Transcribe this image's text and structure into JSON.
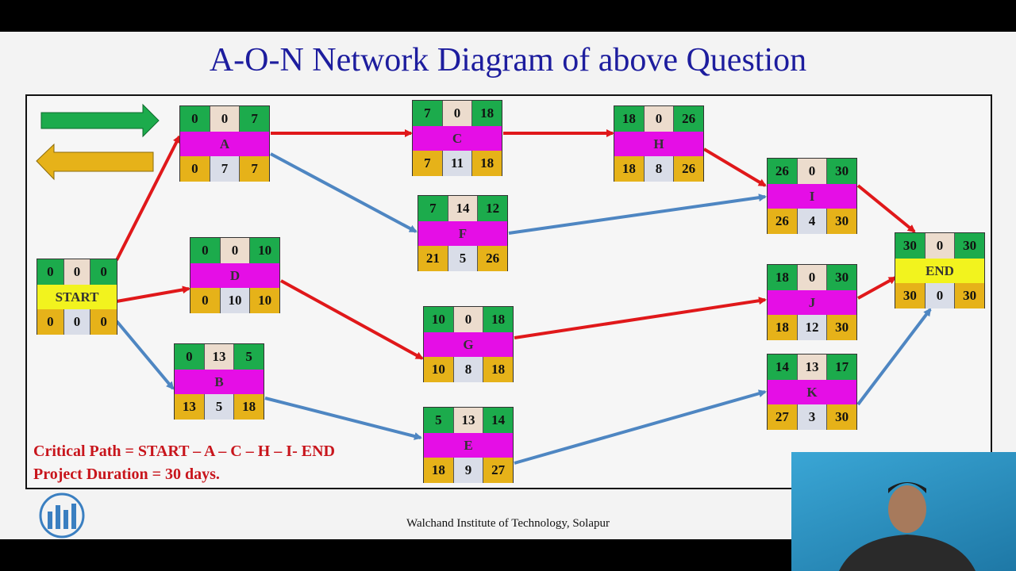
{
  "title": "A-O-N Network Diagram of above Question",
  "nodes": {
    "start": {
      "label": "START",
      "es": "0",
      "slack_top": "0",
      "ef": "0",
      "ls": "0",
      "slack": "0",
      "lf": "0"
    },
    "a": {
      "label": "A",
      "es": "0",
      "slack_top": "0",
      "ef": "7",
      "ls": "0",
      "slack": "7",
      "lf": "7"
    },
    "b": {
      "label": "B",
      "es": "0",
      "slack_top": "13",
      "ef": "5",
      "ls": "13",
      "slack": "5",
      "lf": "18"
    },
    "c": {
      "label": "C",
      "es": "7",
      "slack_top": "0",
      "ef": "18",
      "ls": "7",
      "slack": "11",
      "lf": "18"
    },
    "d": {
      "label": "D",
      "es": "0",
      "slack_top": "0",
      "ef": "10",
      "ls": "0",
      "slack": "10",
      "lf": "10"
    },
    "e": {
      "label": "E",
      "es": "5",
      "slack_top": "13",
      "ef": "14",
      "ls": "18",
      "slack": "9",
      "lf": "27"
    },
    "f": {
      "label": "F",
      "es": "7",
      "slack_top": "14",
      "ef": "12",
      "ls": "21",
      "slack": "5",
      "lf": "26"
    },
    "g": {
      "label": "G",
      "es": "10",
      "slack_top": "0",
      "ef": "18",
      "ls": "10",
      "slack": "8",
      "lf": "18"
    },
    "h": {
      "label": "H",
      "es": "18",
      "slack_top": "0",
      "ef": "26",
      "ls": "18",
      "slack": "8",
      "lf": "26"
    },
    "i": {
      "label": "I",
      "es": "26",
      "slack_top": "0",
      "ef": "30",
      "ls": "26",
      "slack": "4",
      "lf": "30"
    },
    "j": {
      "label": "J",
      "es": "18",
      "slack_top": "0",
      "ef": "30",
      "ls": "18",
      "slack": "12",
      "lf": "30"
    },
    "k": {
      "label": "K",
      "es": "14",
      "slack_top": "13",
      "ef": "17",
      "ls": "27",
      "slack": "3",
      "lf": "30"
    },
    "end": {
      "label": "END",
      "es": "30",
      "slack_top": "0",
      "ef": "30",
      "ls": "30",
      "slack": "0",
      "lf": "30"
    }
  },
  "critical_path": "Critical Path = START – A – C – H – I- END",
  "project_duration": "Project Duration = 30 days.",
  "footer": "Walchand Institute of Technology, Solapur",
  "colors": {
    "critical": "#e0181a",
    "noncritical": "#4e86c2",
    "forward": "#1cab4c",
    "backward": "#e6b219",
    "title": "#1d1d9e",
    "activity": "#e50ee6"
  }
}
